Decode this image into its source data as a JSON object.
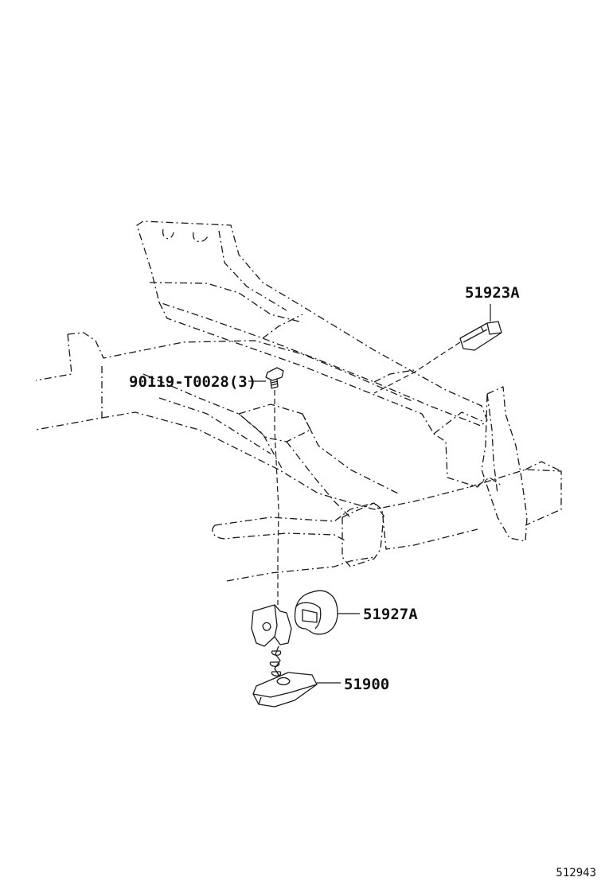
{
  "parts": {
    "part_51923A": "51923A",
    "part_90119": "90119-T0028(3)",
    "part_51927A": "51927A",
    "part_51900": "51900"
  },
  "diagram_number": "512943"
}
